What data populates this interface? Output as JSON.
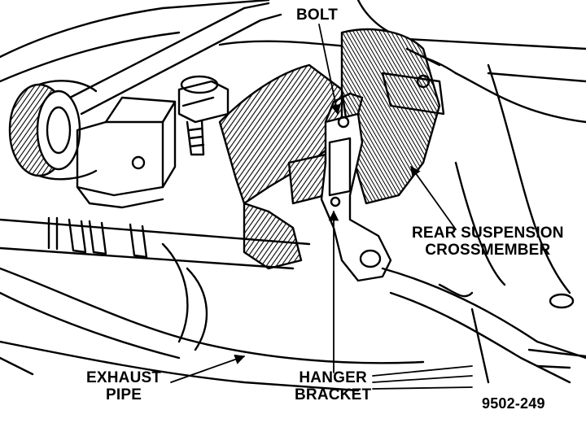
{
  "labels": {
    "bolt": "BOLT",
    "crossmember_line1": "REAR SUSPENSION",
    "crossmember_line2": "CROSSMEMBER",
    "exhaust_line1": "EXHAUST",
    "exhaust_line2": "PIPE",
    "hanger_line1": "HANGER",
    "hanger_line2": "BRACKET"
  },
  "figure_number": "9502-249"
}
